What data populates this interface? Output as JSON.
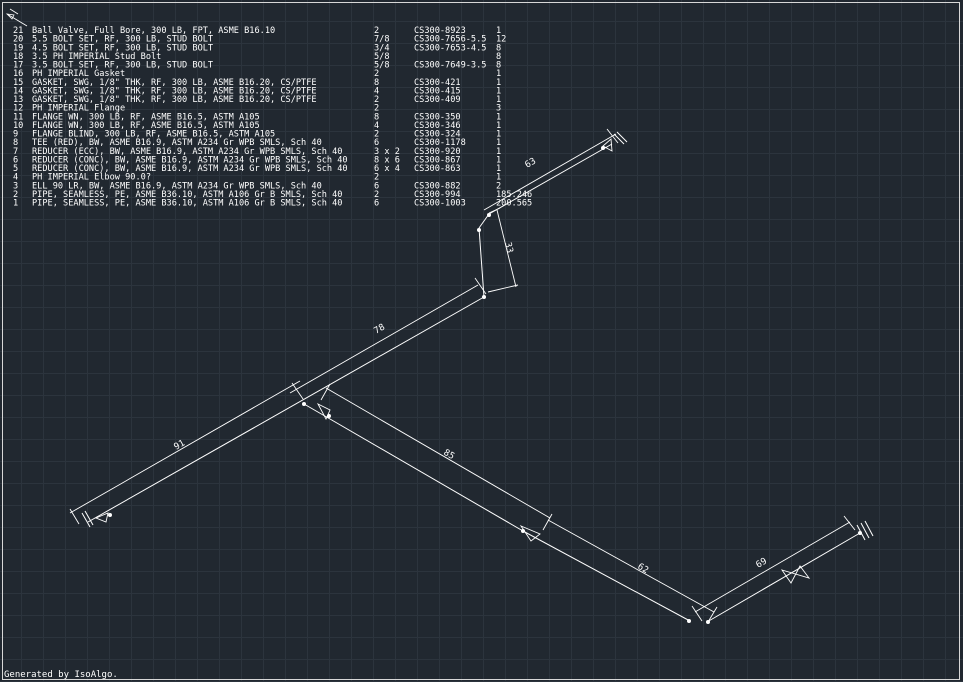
{
  "bom": [
    {
      "no": "21",
      "desc": "Ball Valve, Full Bore, 300 LB, FPT, ASME B16.10",
      "size": "2",
      "code": "CS300-8923",
      "qty": "1"
    },
    {
      "no": "20",
      "desc": "5.5 BOLT SET, RF, 300 LB, STUD BOLT",
      "size": "7/8",
      "code": "CS300-7656-5.5",
      "qty": "12"
    },
    {
      "no": "19",
      "desc": "4.5 BOLT SET, RF, 300 LB, STUD BOLT",
      "size": "3/4",
      "code": "CS300-7653-4.5",
      "qty": "8"
    },
    {
      "no": "18",
      "desc": "3.5 PH IMPERIAL Stud Bolt",
      "size": "5/8",
      "code": "",
      "qty": "8"
    },
    {
      "no": "17",
      "desc": "3.5 BOLT SET, RF, 300 LB, STUD BOLT",
      "size": "5/8",
      "code": "CS300-7649-3.5",
      "qty": "8"
    },
    {
      "no": "16",
      "desc": "PH IMPERIAL Gasket",
      "size": "2",
      "code": "",
      "qty": "1"
    },
    {
      "no": "15",
      "desc": "GASKET, SWG, 1/8\" THK, RF, 300 LB, ASME B16.20, CS/PTFE",
      "size": "8",
      "code": "CS300-421",
      "qty": "1"
    },
    {
      "no": "14",
      "desc": "GASKET, SWG, 1/8\" THK, RF, 300 LB, ASME B16.20, CS/PTFE",
      "size": "4",
      "code": "CS300-415",
      "qty": "1"
    },
    {
      "no": "13",
      "desc": "GASKET, SWG, 1/8\" THK, RF, 300 LB, ASME B16.20, CS/PTFE",
      "size": "2",
      "code": "CS300-409",
      "qty": "1"
    },
    {
      "no": "12",
      "desc": "PH IMPERIAL Flange",
      "size": "2",
      "code": "",
      "qty": "3"
    },
    {
      "no": "11",
      "desc": "FLANGE WN, 300 LB, RF, ASME B16.5, ASTM A105",
      "size": "8",
      "code": "CS300-350",
      "qty": "1"
    },
    {
      "no": "10",
      "desc": "FLANGE WN, 300 LB, RF, ASME B16.5, ASTM A105",
      "size": "4",
      "code": "CS300-346",
      "qty": "1"
    },
    {
      "no": "9",
      "desc": "FLANGE BLIND, 300 LB, RF, ASME B16.5, ASTM A105",
      "size": "2",
      "code": "CS300-324",
      "qty": "1"
    },
    {
      "no": "8",
      "desc": "TEE (RED), BW, ASME B16.9, ASTM A234 Gr WPB SMLS, Sch 40",
      "size": "6",
      "code": "CS300-1178",
      "qty": "1"
    },
    {
      "no": "7",
      "desc": "REDUCER (ECC), BW, ASME B16.9, ASTM A234 Gr WPB SMLS, Sch 40",
      "size": "3 x 2",
      "code": "CS300-920",
      "qty": "1"
    },
    {
      "no": "6",
      "desc": "REDUCER (CONC), BW, ASME B16.9, ASTM A234 Gr WPB SMLS, Sch 40",
      "size": "8 x 6",
      "code": "CS300-867",
      "qty": "1"
    },
    {
      "no": "5",
      "desc": "REDUCER (CONC), BW, ASME B16.9, ASTM A234 Gr WPB SMLS, Sch 40",
      "size": "6 x 4",
      "code": "CS300-863",
      "qty": "1"
    },
    {
      "no": "4",
      "desc": "PH IMPERIAL Elbow 90.0?",
      "size": "2",
      "code": "",
      "qty": "1"
    },
    {
      "no": "3",
      "desc": "ELL 90 LR, BW, ASME B16.9, ASTM A234 Gr WPB SMLS, Sch 40",
      "size": "6",
      "code": "CS300-882",
      "qty": "2"
    },
    {
      "no": "2",
      "desc": "PIPE, SEAMLESS, PE, ASME B36.10, ASTM A106 Gr B SMLS, Sch 40",
      "size": "2",
      "code": "CS300-994",
      "qty": "185.246"
    },
    {
      "no": "1",
      "desc": "PIPE, SEAMLESS, PE, ASME B36.10, ASTM A106 Gr B SMLS, Sch 40",
      "size": "6",
      "code": "CS300-1003",
      "qty": "200.565"
    }
  ],
  "dimensions": {
    "seg_91": "91",
    "seg_78": "78",
    "seg_33": "33",
    "seg_63": "63",
    "seg_85": "85",
    "seg_62": "62",
    "seg_69": "69"
  },
  "footer": {
    "text": "Generated by IsoAlgo."
  },
  "colors": {
    "background": "#212830",
    "grid": "#2c343d",
    "lines": "#ffffff"
  }
}
